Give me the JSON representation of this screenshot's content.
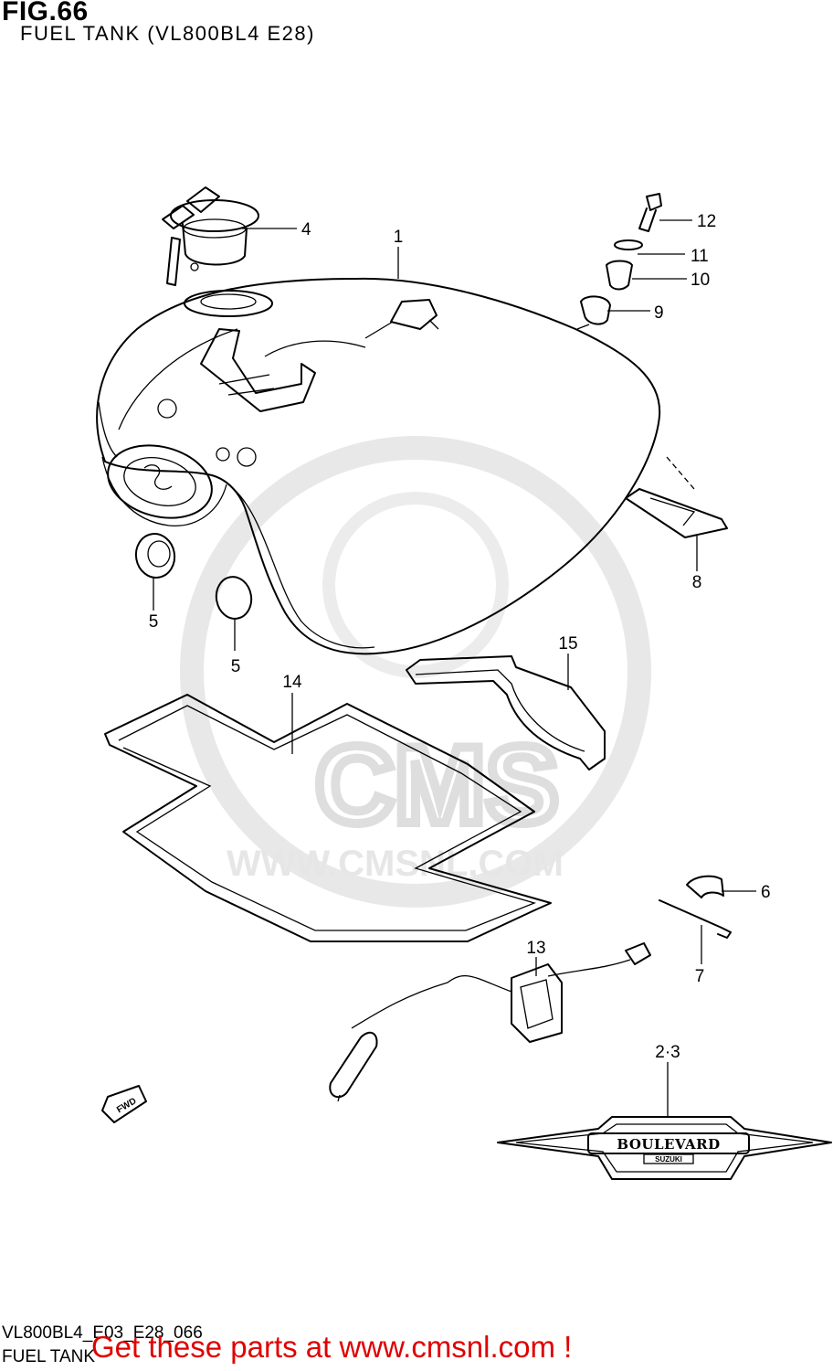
{
  "figure": {
    "number": "FIG.66",
    "title": "FUEL TANK (VL800BL4 E28)",
    "code": "VL800BL4_E03_E28_066",
    "caption": "FUEL TANK"
  },
  "promo": "Get these parts at www.cmsnl.com !",
  "watermark": {
    "brand": "CMS",
    "url": "WWW.CMSNL.COM"
  },
  "emblem": {
    "main": "BOULEVARD",
    "sub": "SUZUKI"
  },
  "direction_label": "FWD",
  "callouts": [
    {
      "id": "fuel-tank",
      "label": "1"
    },
    {
      "id": "emblem",
      "label": "2·3"
    },
    {
      "id": "fuel-cap",
      "label": "4"
    },
    {
      "id": "cap-upper",
      "label": "5"
    },
    {
      "id": "cap-lower",
      "label": "5"
    },
    {
      "id": "clamp",
      "label": "6"
    },
    {
      "id": "tie-band",
      "label": "7"
    },
    {
      "id": "rear-bracket",
      "label": "8"
    },
    {
      "id": "cushion",
      "label": "9"
    },
    {
      "id": "spacer",
      "label": "10"
    },
    {
      "id": "washer",
      "label": "11"
    },
    {
      "id": "bolt",
      "label": "12"
    },
    {
      "id": "fuel-level-gauge",
      "label": "13"
    },
    {
      "id": "lower-cushion",
      "label": "14"
    },
    {
      "id": "side-cushion",
      "label": "15"
    }
  ]
}
